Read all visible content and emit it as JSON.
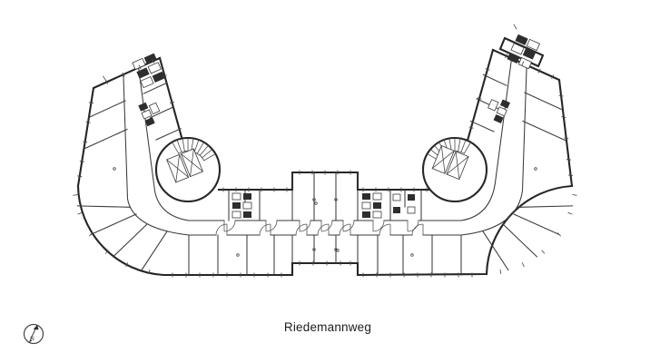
{
  "page": {
    "background": "#ffffff"
  },
  "drawing": {
    "kind": "architectural-floor-plan",
    "line_color": "#3a3a3a",
    "heavy_line_color": "#262626",
    "fixture_fill": "#2e2e2e",
    "text_color": "#1c1c1c"
  },
  "labels": {
    "street": "Riedemannweg",
    "compass_north": "N"
  },
  "icons": {
    "north_arrow": "north-arrow-icon"
  }
}
